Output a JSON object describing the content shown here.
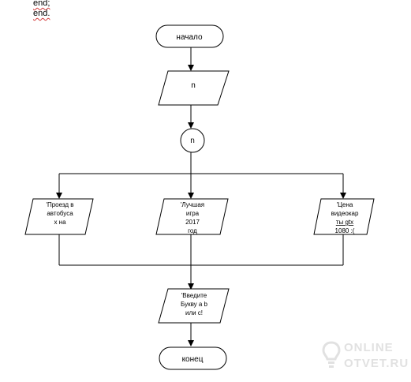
{
  "code_lines": [
    "end;",
    "end."
  ],
  "nodes": {
    "start": "начало",
    "input_n": "n",
    "connector": "n",
    "case1": [
      "'Проезд в",
      "автобуса",
      "х на"
    ],
    "case2": [
      "'Лучшая",
      "игра",
      "2017",
      "год"
    ],
    "case3": [
      "'Цена",
      "видеокар",
      "ты gtx",
      "1080 :("
    ],
    "prompt": [
      "'Введите",
      "Букву а b",
      "или c!"
    ],
    "end": "конец"
  },
  "watermark": {
    "line1": "ONLINE",
    "line2": "OTVET.RU"
  },
  "colors": {
    "stroke": "#000000",
    "background": "#ffffff",
    "squiggle": "#d23b3b",
    "watermark": "#c9c9c9"
  }
}
